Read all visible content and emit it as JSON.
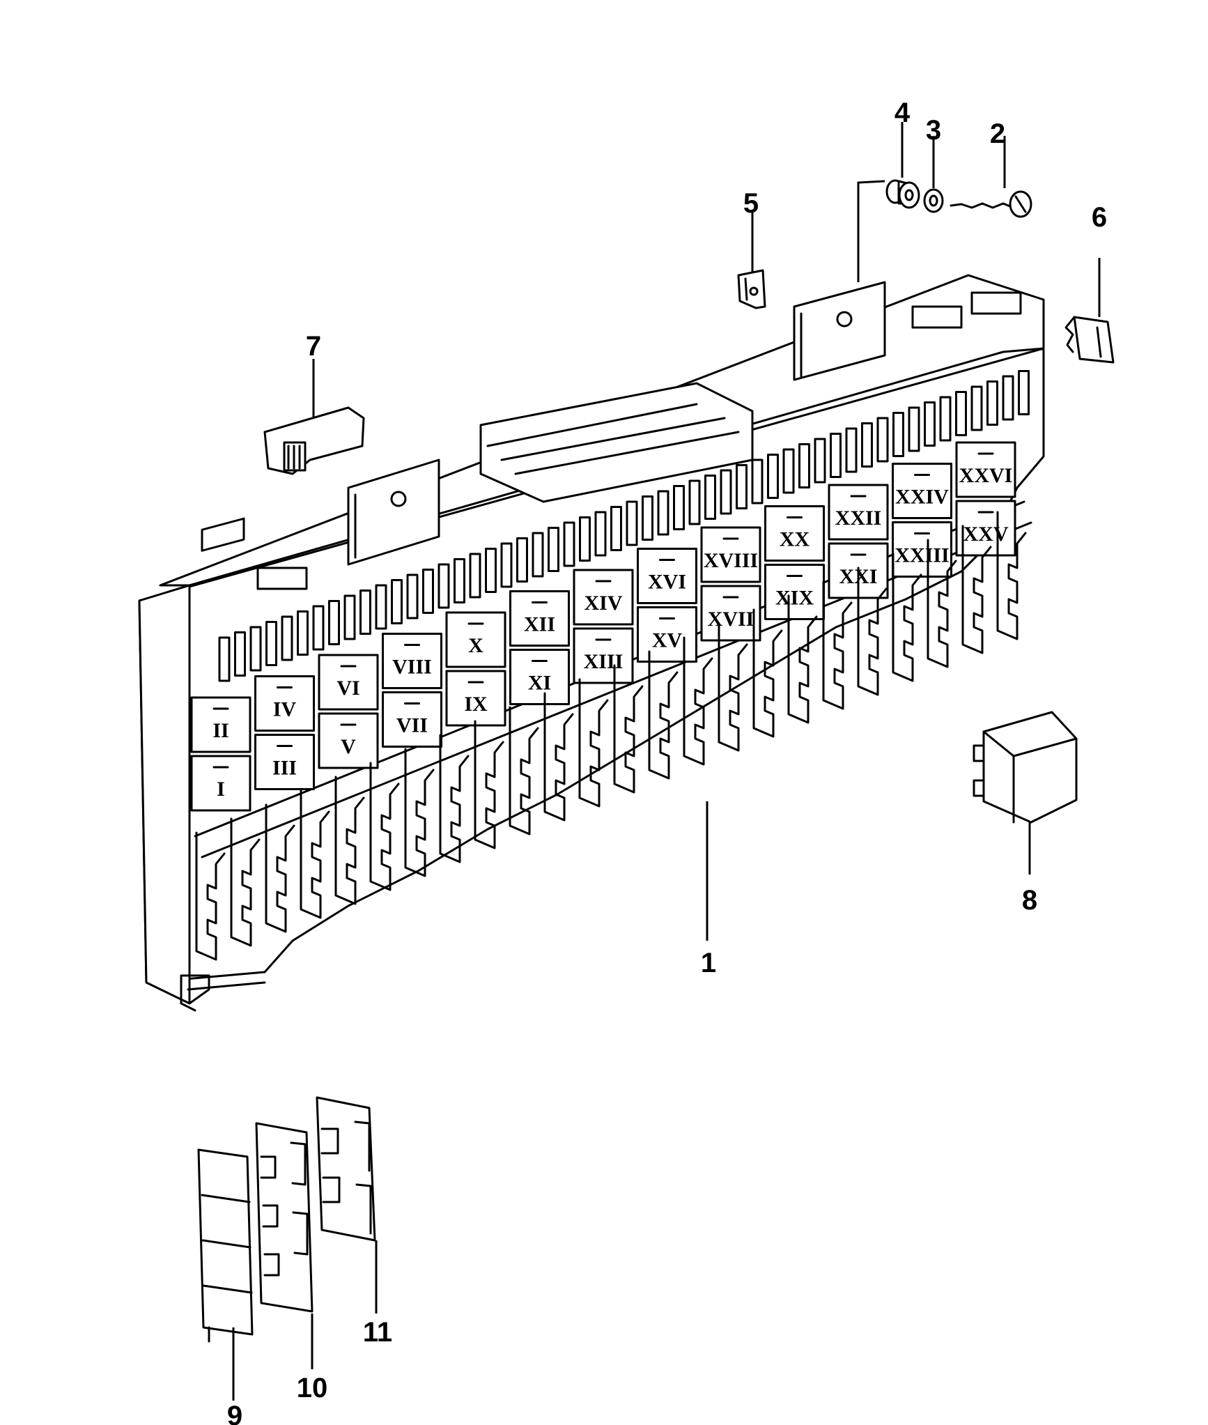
{
  "diagram": {
    "callouts": [
      "1",
      "2",
      "3",
      "4",
      "5",
      "6",
      "7",
      "8",
      "9",
      "10",
      "11"
    ],
    "slot_labels": [
      "I",
      "II",
      "III",
      "IV",
      "V",
      "VI",
      "VII",
      "VIII",
      "IX",
      "X",
      "XI",
      "XII",
      "XIII",
      "XIV",
      "XV",
      "XVI",
      "XVII",
      "XVIII",
      "XIX",
      "XX",
      "XXI",
      "XXII",
      "XXIII",
      "XXIV",
      "XXV",
      "XXVI"
    ]
  },
  "colors": {
    "ink": "#000000",
    "paper": "#ffffff"
  }
}
